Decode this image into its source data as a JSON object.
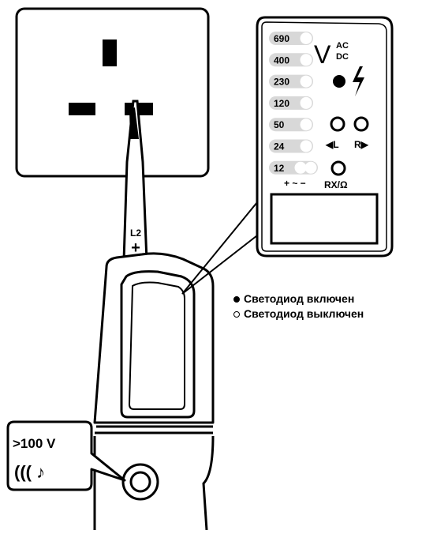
{
  "scale_values": [
    "690",
    "400",
    "230",
    "120",
    "50",
    "24",
    "12"
  ],
  "voltage_symbol": "V",
  "ac_label": "AC",
  "dc_label": "DC",
  "lightning_symbol": "ϟ",
  "left_indicator_label": "◀L",
  "right_indicator_label": "R▶",
  "polarity_label": "+ ~ −",
  "rx_label": "RX/Ω",
  "probe_label": "L2",
  "probe_plus": "+",
  "hazard_label": ">100 V",
  "hazard_signal": "((( ♪",
  "legend": {
    "led_on": "Светодиод включен",
    "led_off": "Светодиод выключен"
  }
}
